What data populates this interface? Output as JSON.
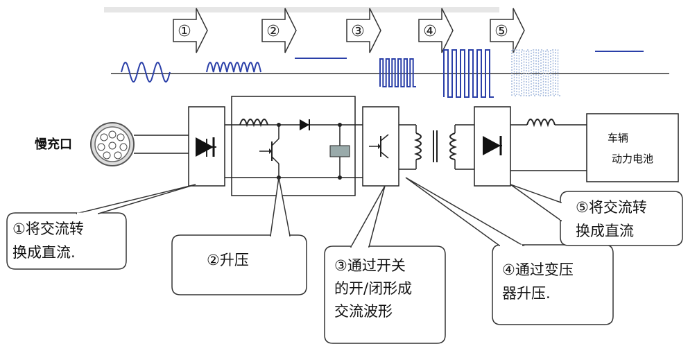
{
  "port": {
    "label": "慢充口"
  },
  "steps": [
    "①",
    "②",
    "③",
    "④",
    "⑤"
  ],
  "battery": {
    "line1": "车辆",
    "line2": "动力电池"
  },
  "callouts": [
    {
      "lines": [
        "①将交流转",
        "换成直流."
      ]
    },
    {
      "lines": [
        "②升压"
      ]
    },
    {
      "lines": [
        "③通过开关",
        "的开/闭形成",
        "交流波形"
      ]
    },
    {
      "lines": [
        "④通过变压",
        "器升压."
      ]
    },
    {
      "lines": [
        "⑤将交流转",
        "换成直流"
      ]
    }
  ],
  "colors": {
    "waveform": "#2a3fa8",
    "waveform_faded": "#9fb6dc",
    "line": "#222222",
    "callout_border": "#333333"
  }
}
